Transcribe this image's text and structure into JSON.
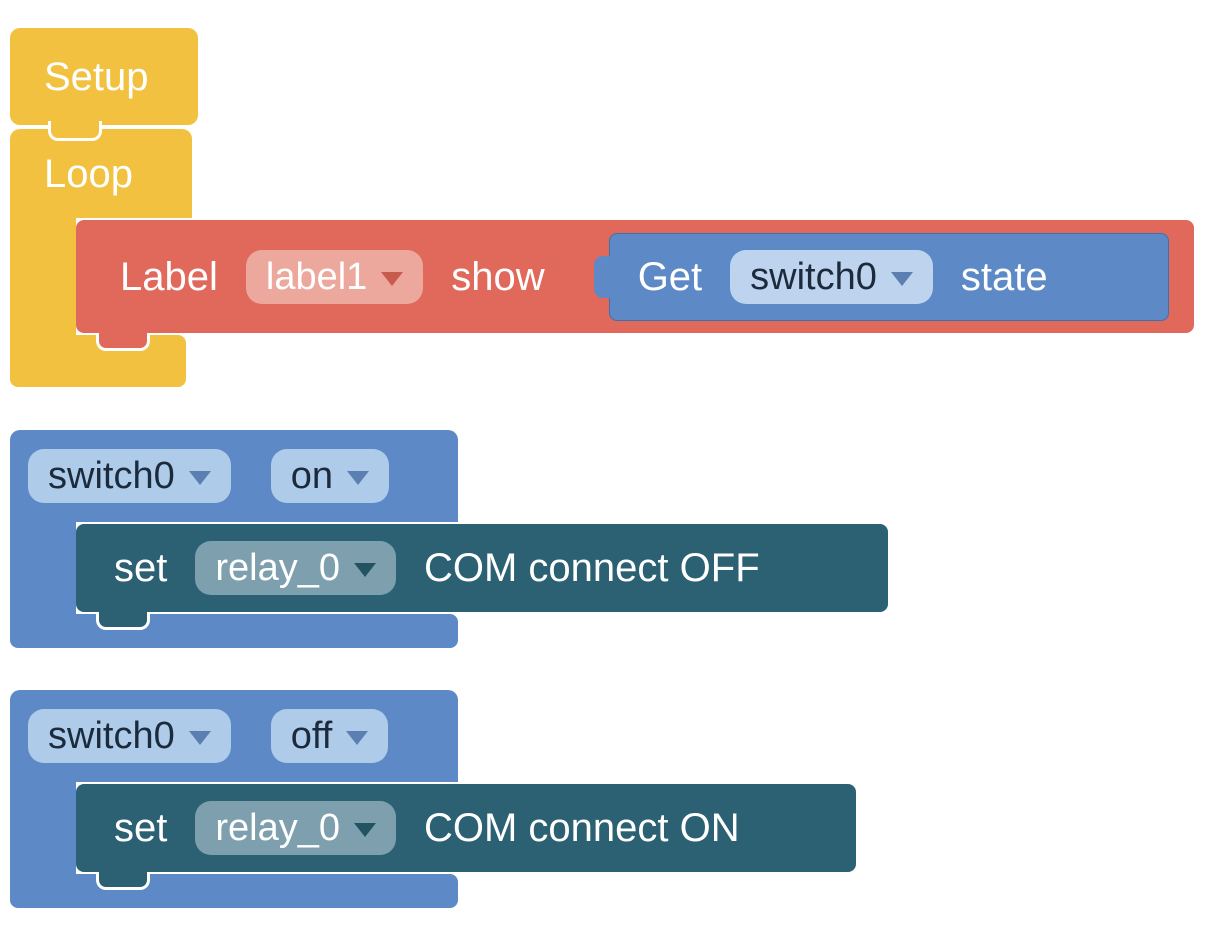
{
  "blocks": {
    "setup": {
      "label": "Setup"
    },
    "loop": {
      "label": "Loop"
    },
    "label_show": {
      "keyword": "Label",
      "dropdown_value": "label1",
      "action": "show"
    },
    "get_state": {
      "keyword": "Get",
      "dropdown_value": "switch0",
      "suffix": "state"
    },
    "switch_on": {
      "device": "switch0",
      "state": "on",
      "set": {
        "keyword": "set",
        "dropdown_value": "relay_0",
        "suffix": "COM connect OFF"
      }
    },
    "switch_off": {
      "device": "switch0",
      "state": "off",
      "set": {
        "keyword": "set",
        "dropdown_value": "relay_0",
        "suffix": "COM connect ON"
      }
    }
  },
  "colors": {
    "workspace_background": "#FFFFFF",
    "setup_loop_block": "#F2C140",
    "label_block": "#E0695B",
    "label_dropdown": "#ECA89C",
    "value_block": "#5D89C7",
    "value_dropdown": "#BDD3EE",
    "switch_block": "#5D89C7",
    "switch_dropdown": "#AECBEA",
    "set_block": "#2B6173",
    "set_dropdown": "#7EA0AE",
    "block_text": "#FFFFFF",
    "dropdown_dark_text": "#1C2B3B"
  }
}
